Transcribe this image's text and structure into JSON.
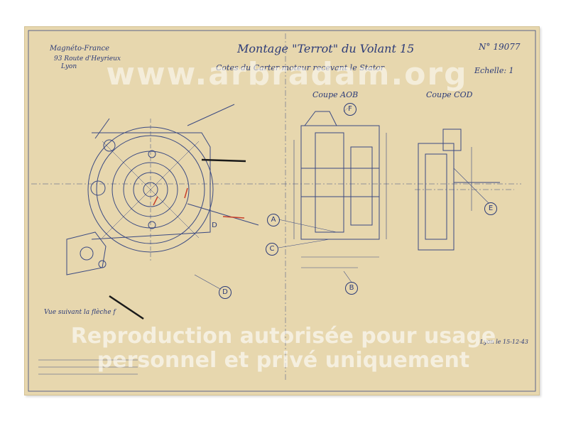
{
  "drawing": {
    "title": "Montage \"Terrot\" du Volant 15",
    "subtitle": "Cotes du Carter moteur recevant le Stator",
    "number": "N° 19077",
    "scale": "Echelle: 1",
    "company_lines": [
      "Magnéto-France",
      "93 Route d'Heyrieux",
      "Lyon"
    ],
    "section_aob": "Coupe AOB",
    "section_cod": "Coupe COD",
    "side_note": "Vue suivant la flèche f",
    "date": "Lyon le 15-12-43",
    "callouts": [
      "A",
      "B",
      "C",
      "D",
      "E",
      "F",
      "D"
    ]
  },
  "watermark": {
    "url": "www.arbradam.org",
    "repro_line1": "Reproduction autorisée pour usage",
    "repro_line2": "personnel et privé uniquement"
  },
  "colors": {
    "paper": "#e7d7ae",
    "ink": "#2c3b78",
    "watermark": "#ffffff"
  }
}
